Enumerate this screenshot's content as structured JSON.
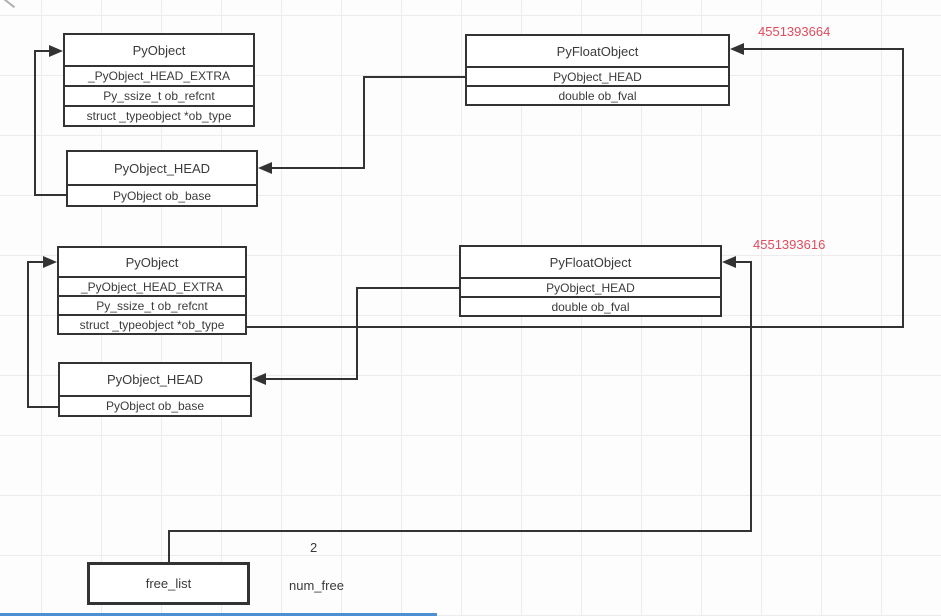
{
  "canvas": {
    "background": "#fdfdfd",
    "grid_color": "#ececec"
  },
  "colors": {
    "line": "#333333",
    "box_border": "#333333",
    "address_text": "#e14b5e",
    "bottom_bar": "#4a90d2"
  },
  "group1": {
    "address": "4551393664",
    "pyobject": {
      "title": "PyObject",
      "fields": [
        "_PyObject_HEAD_EXTRA",
        "Py_ssize_t ob_refcnt",
        "struct _typeobject *ob_type"
      ]
    },
    "pyobject_head": {
      "title": "PyObject_HEAD",
      "fields": [
        "PyObject ob_base"
      ]
    },
    "pyfloatobject": {
      "title": "PyFloatObject",
      "fields": [
        "PyObject_HEAD",
        "double ob_fval"
      ]
    }
  },
  "group2": {
    "address": "4551393616",
    "pyobject": {
      "title": "PyObject",
      "fields": [
        "_PyObject_HEAD_EXTRA",
        "Py_ssize_t ob_refcnt",
        "struct _typeobject *ob_type"
      ]
    },
    "pyobject_head": {
      "title": "PyObject_HEAD",
      "fields": [
        "PyObject ob_base"
      ]
    },
    "pyfloatobject": {
      "title": "PyFloatObject",
      "fields": [
        "PyObject_HEAD",
        "double ob_fval"
      ]
    }
  },
  "free_list": {
    "label": "free_list"
  },
  "num_free": {
    "label": "num_free",
    "value": "2"
  }
}
